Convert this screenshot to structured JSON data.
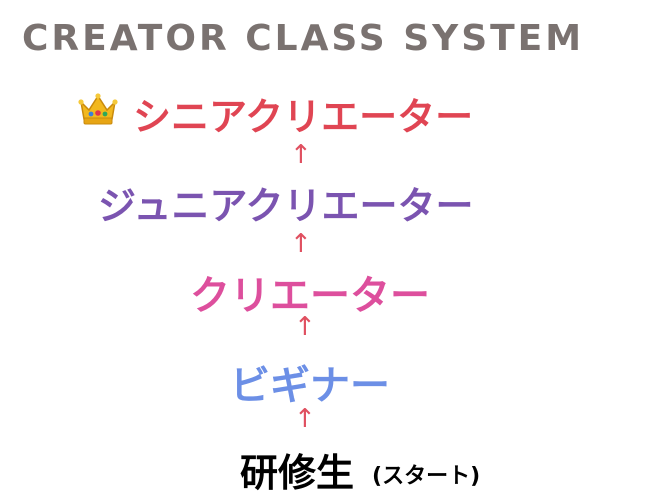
{
  "title": "CREATOR CLASS SYSTEM",
  "levels": {
    "senior": {
      "label": "シニアクリエーター",
      "color": "#e04553"
    },
    "junior": {
      "label": "ジュニアクリエーター",
      "color": "#7b54b0"
    },
    "creator": {
      "label": "クリエーター",
      "color": "#dd4f9d"
    },
    "beginner": {
      "label": "ビギナー",
      "color": "#6c8fe6"
    },
    "trainee": {
      "label": "研修生",
      "note": "(スタート)",
      "color": "#000000"
    }
  },
  "arrow_glyph": "↑",
  "arrow_color": "#e05060",
  "crown_icon": "crown-icon"
}
